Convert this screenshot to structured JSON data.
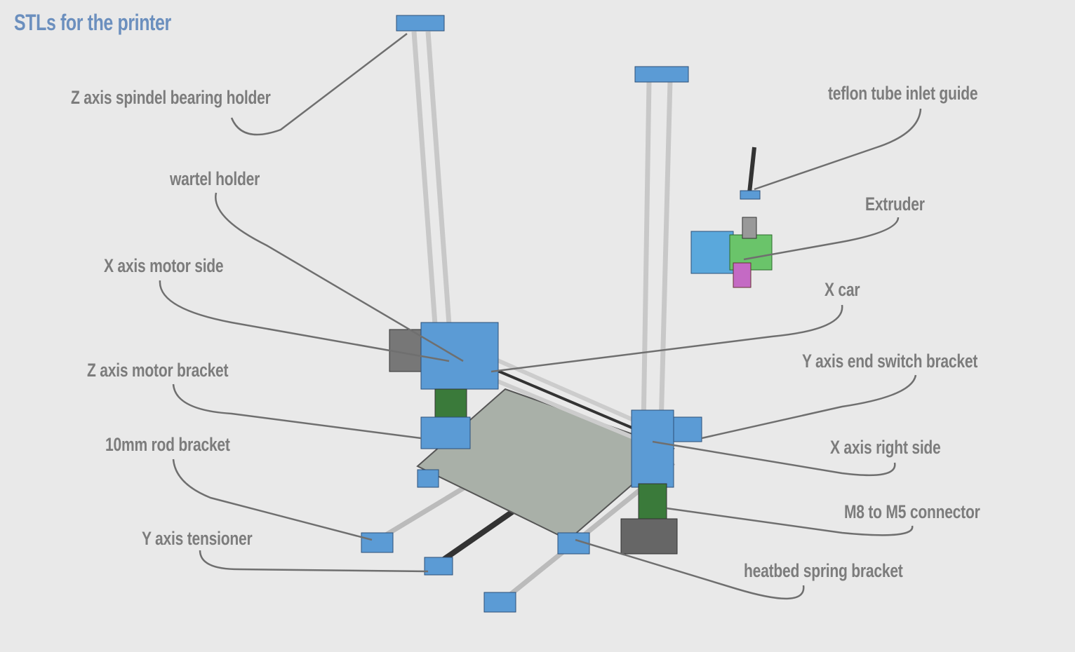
{
  "title": "STLs for the printer",
  "labels": {
    "z_spindel": "Z axis spindel bearing holder",
    "wartel": "wartel holder",
    "x_motor": "X axis motor side",
    "z_motor": "Z axis motor bracket",
    "rod10": "10mm rod bracket",
    "y_tensioner": "Y axis tensioner",
    "teflon": "teflon tube inlet guide",
    "extruder": "Extruder",
    "x_car": "X car",
    "y_endswitch": "Y axis end switch bracket",
    "x_right": "X axis right side",
    "m8m5": "M8 to M5 connector",
    "heatbed": "heatbed spring bracket"
  },
  "colors": {
    "part": "#5b9bd5",
    "title": "#6b8fbe",
    "label": "#7c7c7c"
  }
}
